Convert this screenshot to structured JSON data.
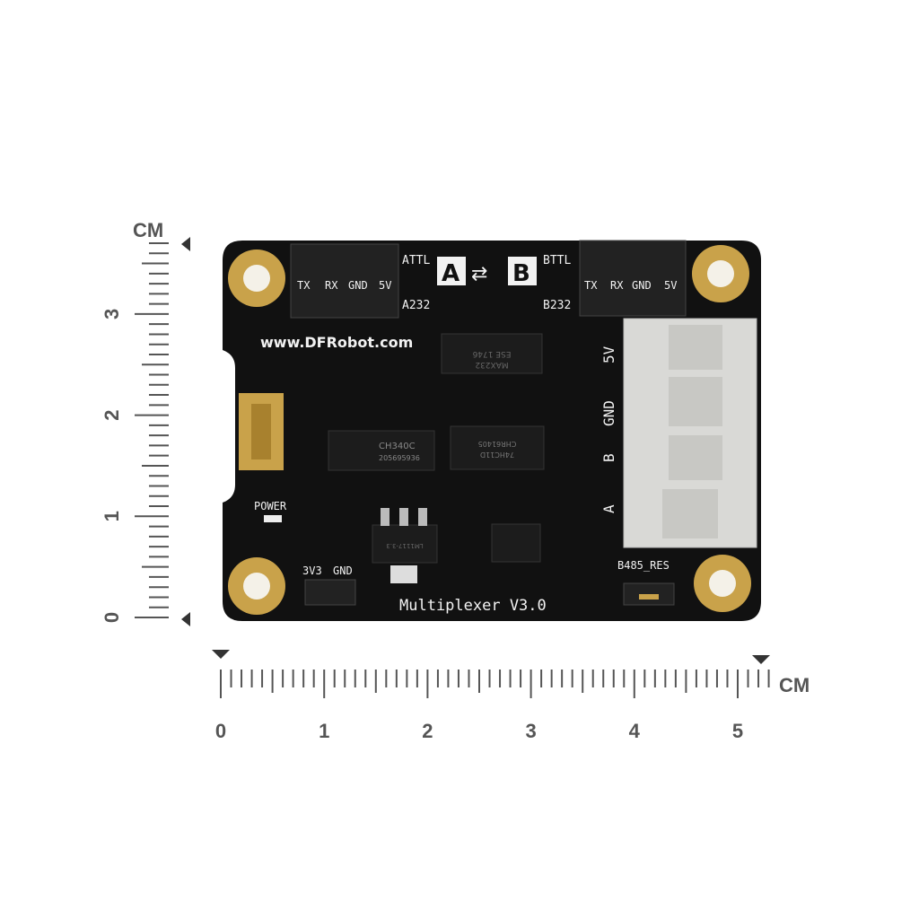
{
  "rulers": {
    "unit": "CM",
    "horizontal_labels": [
      "0",
      "1",
      "2",
      "3",
      "4",
      "5"
    ],
    "vertical_labels": [
      "0",
      "1",
      "2",
      "3"
    ]
  },
  "board": {
    "website": "www.DFRobot.com",
    "name": "Multiplexer V3.0",
    "a_header": {
      "top": "ATTL",
      "bottom": "A232",
      "pins": [
        "TX",
        "RX",
        "GND",
        "5V"
      ]
    },
    "b_header": {
      "top": "BTTL",
      "bottom": "B232",
      "pins": [
        "TX",
        "RX",
        "GND",
        "5V"
      ]
    },
    "a_label": "A",
    "b_label": "B",
    "terminal_labels": [
      "5V",
      "GND",
      "B",
      "A"
    ],
    "power_label": "POWER",
    "power_pins": [
      "3V3",
      "GND"
    ],
    "jumper_label": "B485_RES",
    "chips": {
      "max232": "MAX232",
      "max232_code": "ESE 1746",
      "ch340": "CH340C",
      "ch340_code": "205695936",
      "hc11": "74HC11D",
      "hc11_code": "CHR61405",
      "regulator": "LM1117-3.3"
    },
    "colors": {
      "pcb": "#111111",
      "gold": "#c9a24a",
      "terminal": "#d9d9d6"
    }
  }
}
